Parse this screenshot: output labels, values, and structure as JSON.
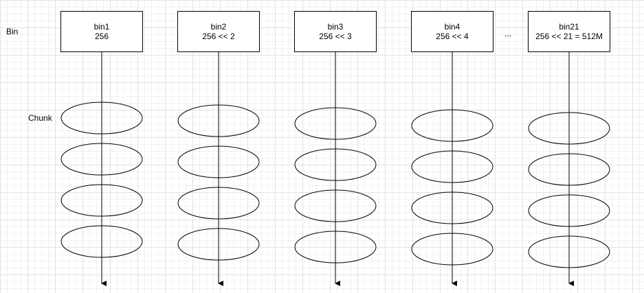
{
  "labels": {
    "bin_row": "Bin",
    "chunk_row": "Chunk",
    "ellipsis": "..."
  },
  "bins": [
    {
      "title": "bin1",
      "size": "256",
      "chunks": 4
    },
    {
      "title": "bin2",
      "size": "256 << 2",
      "chunks": 4
    },
    {
      "title": "bin3",
      "size": "256 << 3",
      "chunks": 4
    },
    {
      "title": "bin4",
      "size": "256 << 4",
      "chunks": 4
    },
    {
      "title": "bin21",
      "size": "256 << 21 = 512M",
      "chunks": 4
    }
  ]
}
